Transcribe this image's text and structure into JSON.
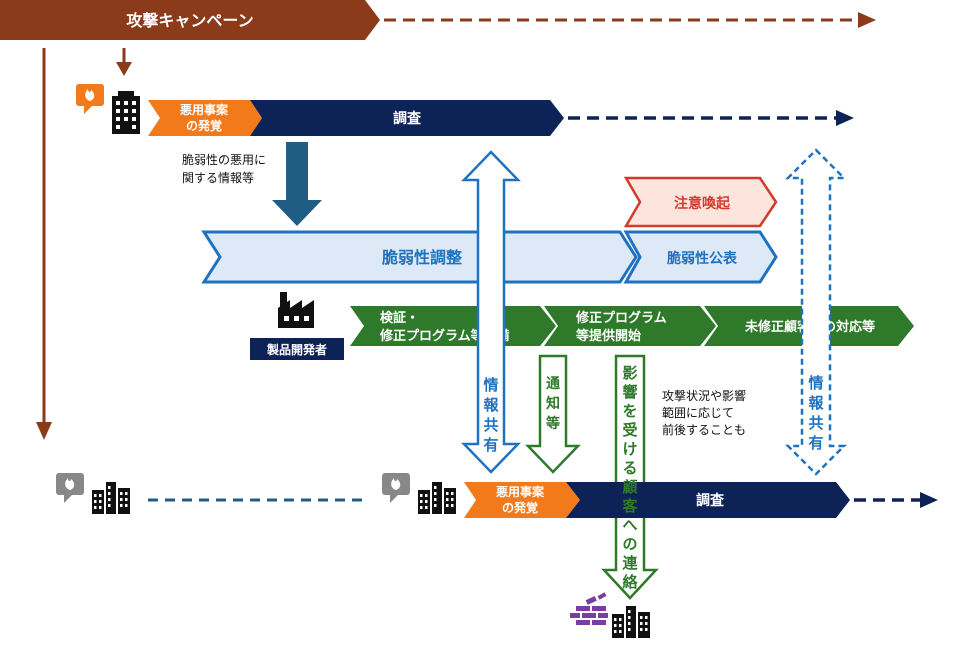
{
  "campaign": {
    "label": "攻撃キャンペーン"
  },
  "top_incident": {
    "discovery_label": [
      "悪用事案",
      "の発覚"
    ],
    "investigation_label": "調査"
  },
  "info_note": [
    "脆弱性の悪用に",
    "関する情報等"
  ],
  "advisory": {
    "label": "注意喚起"
  },
  "coordination": {
    "adjust_label": "脆弱性調整",
    "disclosure_label": "脆弱性公表"
  },
  "vendor": {
    "badge_label": "製品開発者",
    "verify_label": [
      "検証・",
      "修正プログラム等準備"
    ],
    "release_label": [
      "修正プログラム",
      "等提供開始"
    ],
    "unpatched_label": "未修正顧客への対応等"
  },
  "vertical_arrows": {
    "info_share_label": "情報共有",
    "notify_label": "通知等",
    "customer_contact_label": "影響を受ける顧客への連絡",
    "info_share2_label": "情報共有"
  },
  "side_note": [
    "攻撃状況や影響",
    "範囲に応じて",
    "前後することも"
  ],
  "bottom_incident": {
    "discovery_label": [
      "悪用事案",
      "の発覚"
    ],
    "investigation_label": "調査"
  },
  "colors": {
    "campaign_brown": "#8b3a1a",
    "navy": "#0d2257",
    "orange": "#f27a1a",
    "teal": "#1f5d84",
    "blue_outline": "#1f72c0",
    "light_blue": "#dde9f6",
    "green": "#2e7a2a",
    "red": "#d23b2c",
    "pink": "#fde4dd",
    "purple": "#7a3da0",
    "gray": "#888888"
  }
}
